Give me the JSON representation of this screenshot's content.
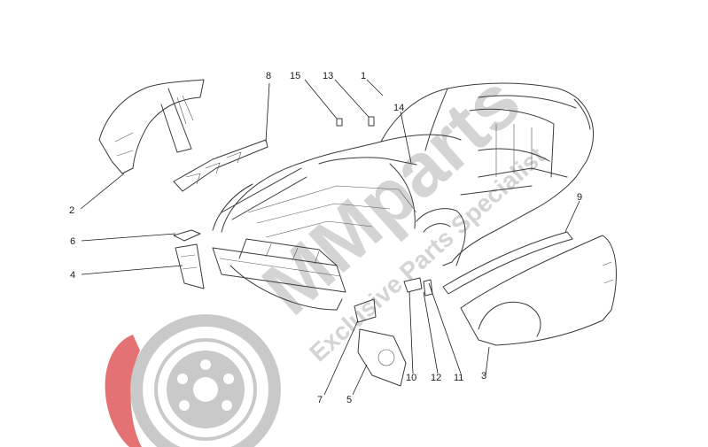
{
  "watermark": {
    "brand_text": "MMparts",
    "tagline": "Exclusive Parts Specialist",
    "disc_red": "#e36b6d",
    "disc_gray": "#c7c7c7",
    "text_gray": "#d2d2d2"
  },
  "callouts": [
    {
      "id": "1",
      "label": "1"
    },
    {
      "id": "2",
      "label": "2"
    },
    {
      "id": "3",
      "label": "3"
    },
    {
      "id": "4",
      "label": "4"
    },
    {
      "id": "5",
      "label": "5"
    },
    {
      "id": "6",
      "label": "6"
    },
    {
      "id": "7",
      "label": "7"
    },
    {
      "id": "8",
      "label": "8"
    },
    {
      "id": "9",
      "label": "9"
    },
    {
      "id": "10",
      "label": "10"
    },
    {
      "id": "11",
      "label": "11"
    },
    {
      "id": "12",
      "label": "12"
    },
    {
      "id": "13",
      "label": "13"
    },
    {
      "id": "14",
      "label": "14"
    },
    {
      "id": "15",
      "label": "15"
    }
  ]
}
